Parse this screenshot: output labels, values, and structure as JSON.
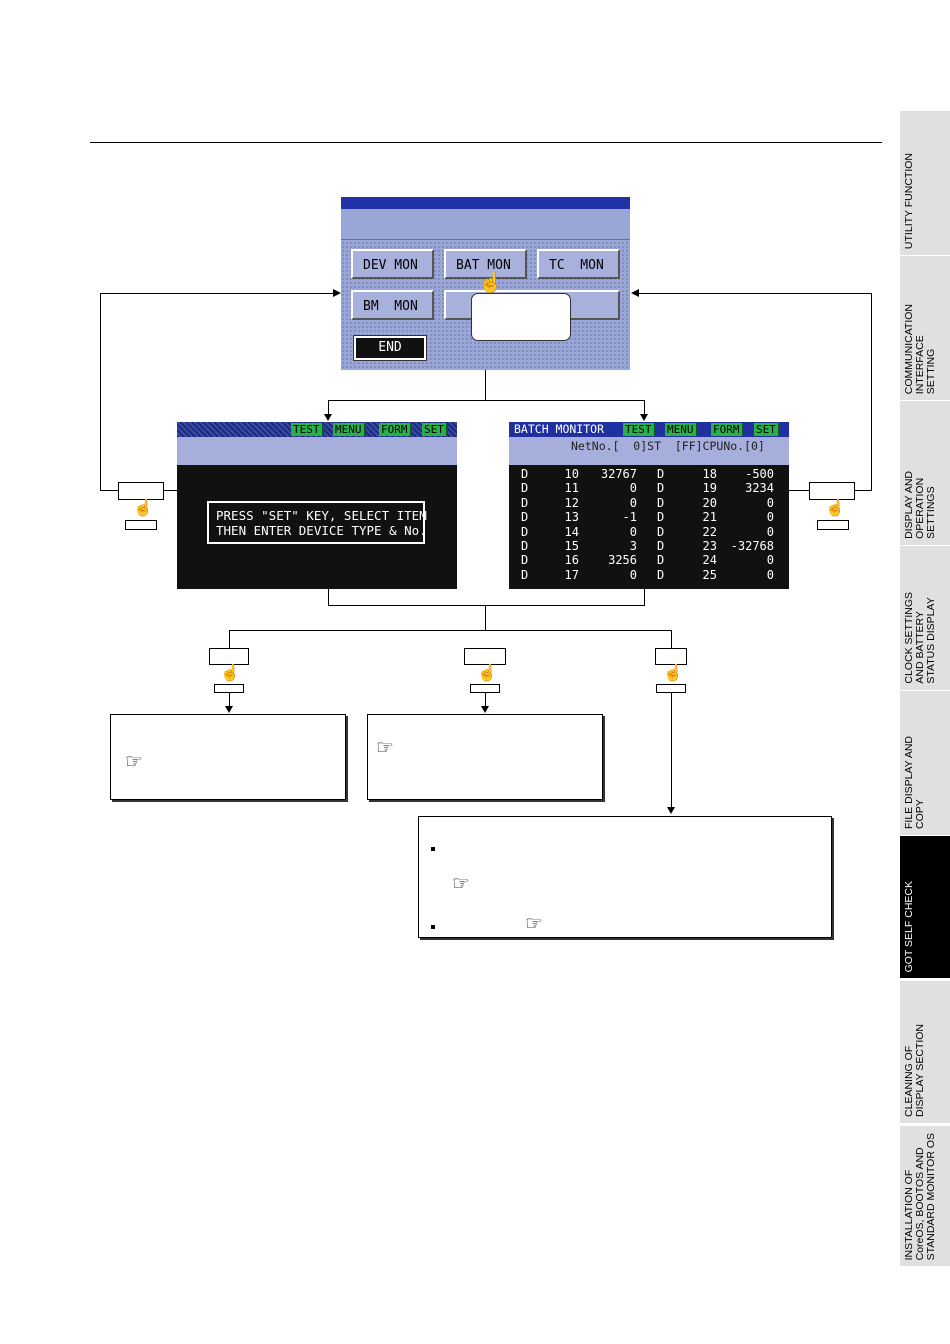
{
  "side_tabs": [
    {
      "label": "UTILITY FUNCTION",
      "active": false
    },
    {
      "label": "COMMUNICATION\nINTERFACE\nSETTING",
      "active": false
    },
    {
      "label": "DISPLAY AND\nOPERATION\nSETTINGS",
      "active": false
    },
    {
      "label": "CLOCK SETTINGS\nAND BATTERY\nSTATUS DISPLAY",
      "active": false
    },
    {
      "label": "FILE DISPLAY AND\nCOPY",
      "active": false
    },
    {
      "label": "GOT SELF CHECK",
      "active": true
    },
    {
      "label": "CLEANING OF\nDISPLAY SECTION",
      "active": false
    },
    {
      "label": "INSTALLATION OF\nCoreOS, BOOTOS AND\nSTANDARD MONITOR OS",
      "active": false
    }
  ],
  "menu_screen": {
    "buttons": [
      "DEV MON",
      "BAT MON",
      "TC  MON",
      "BM  MON"
    ],
    "end_label": "END"
  },
  "device_screen": {
    "toolbar": [
      "TEST",
      "MENU",
      "FORM",
      "SET"
    ],
    "message": "PRESS \"SET\" KEY, SELECT ITEM\nTHEN ENTER DEVICE TYPE & No."
  },
  "batch_screen": {
    "title": "BATCH MONITOR",
    "toolbar": [
      "TEST",
      "MENU",
      "FORM",
      "SET"
    ],
    "net_line": "NetNo.[  0]ST  [FF]CPUNo.[0]",
    "rows": [
      [
        "D",
        "10",
        "32767",
        "D",
        "18",
        "-500"
      ],
      [
        "D",
        "11",
        "0",
        "D",
        "19",
        "3234"
      ],
      [
        "D",
        "12",
        "0",
        "D",
        "20",
        "0"
      ],
      [
        "D",
        "13",
        "-1",
        "D",
        "21",
        "0"
      ],
      [
        "D",
        "14",
        "0",
        "D",
        "22",
        "0"
      ],
      [
        "D",
        "15",
        "3",
        "D",
        "23",
        "-32768"
      ],
      [
        "D",
        "16",
        "3256",
        "D",
        "24",
        "0"
      ],
      [
        "D",
        "17",
        "0",
        "D",
        "25",
        "0"
      ]
    ]
  },
  "icons": {
    "touch": "pointing-hand-icon",
    "reference": "reference-hand-icon",
    "bullet": "square-bullet-icon"
  }
}
